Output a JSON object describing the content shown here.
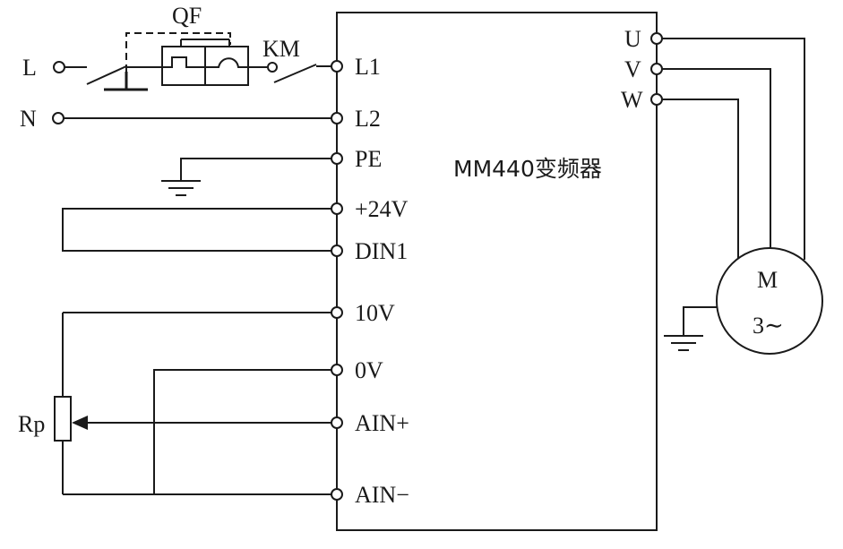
{
  "labels": {
    "qf": "QF",
    "km": "KM",
    "line_l": "L",
    "line_n": "N",
    "rp": "Rp",
    "inverter": "MM440变频器",
    "motor_letter": "M",
    "motor_phase": "3∼"
  },
  "terminals_left": [
    "L1",
    "L2",
    "PE",
    "+24V",
    "DIN1",
    "10V",
    "0V",
    "AIN+",
    "AIN−"
  ],
  "terminals_right": [
    "U",
    "V",
    "W"
  ]
}
